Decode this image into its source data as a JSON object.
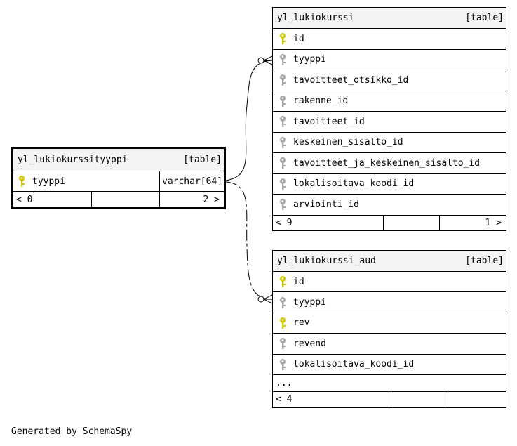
{
  "tables": {
    "aud_focus": {
      "name": "yl_lukiokurssityyppi",
      "kind": "[table]",
      "columns": [
        {
          "name": "tyyppi",
          "type": "varchar[64]",
          "key": "primary"
        }
      ],
      "foot": {
        "parents": "< 0",
        "children": "2 >"
      }
    },
    "main": {
      "name": "yl_lukiokurssi",
      "kind": "[table]",
      "columns": [
        {
          "name": "id",
          "key": "primary"
        },
        {
          "name": "tyyppi",
          "key": "foreign"
        },
        {
          "name": "tavoitteet_otsikko_id",
          "key": "foreign"
        },
        {
          "name": "rakenne_id",
          "key": "foreign"
        },
        {
          "name": "tavoitteet_id",
          "key": "foreign"
        },
        {
          "name": "keskeinen_sisalto_id",
          "key": "foreign"
        },
        {
          "name": "tavoitteet_ja_keskeinen_sisalto_id",
          "key": "foreign"
        },
        {
          "name": "lokalisoitava_koodi_id",
          "key": "foreign"
        },
        {
          "name": "arviointi_id",
          "key": "foreign"
        }
      ],
      "foot": {
        "parents": "< 9",
        "children": "1 >"
      }
    },
    "aud": {
      "name": "yl_lukiokurssi_aud",
      "kind": "[table]",
      "columns": [
        {
          "name": "id",
          "key": "primary"
        },
        {
          "name": "tyyppi",
          "key": "foreign"
        },
        {
          "name": "rev",
          "key": "primary"
        },
        {
          "name": "revend",
          "key": "foreign"
        },
        {
          "name": "lokalisoitava_koodi_id",
          "key": "foreign"
        }
      ],
      "more": "...",
      "foot": {
        "parents": "< 4",
        "children": ""
      }
    }
  },
  "colors": {
    "primary_key": "#d6c800",
    "foreign_key": "#a8a8a8",
    "header_bg": "#f4f4f4"
  },
  "footer": "Generated by SchemaSpy"
}
